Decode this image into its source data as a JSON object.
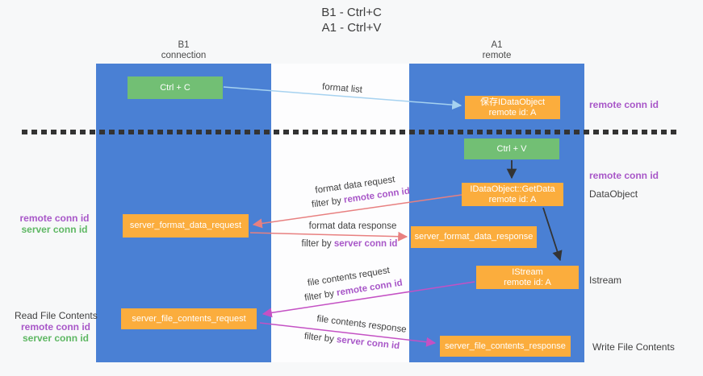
{
  "title": {
    "line1": "B1 - Ctrl+C",
    "line2": "A1 - Ctrl+V"
  },
  "columns": {
    "left": {
      "name": "B1",
      "subtitle": "connection"
    },
    "right": {
      "name": "A1",
      "subtitle": "remote"
    }
  },
  "nodes": {
    "ctrl_c": "Ctrl + C",
    "save_idataobject": {
      "line1": "保存IDataObject",
      "line2": "remote id: A"
    },
    "ctrl_v": "Ctrl + V",
    "getdata": {
      "line1": "IDataObject::GetData",
      "line2": "remote id: A"
    },
    "format_request": "server_format_data_request",
    "format_response": "server_format_data_response",
    "istream": {
      "line1": "IStream",
      "line2": "remote id: A"
    },
    "file_request": "server_file_contents_request",
    "file_response": "server_file_contents_response"
  },
  "labels": {
    "remote_conn_id": "remote conn id",
    "server_conn_id": "server conn id",
    "filter_by": "filter by ",
    "dataobject": "DataObject",
    "istream": "Istream",
    "read_file_contents": "Read File Contents",
    "write_file_contents": "Write File Contents",
    "format_list": "format list",
    "format_data_request": "format data request",
    "format_data_response": "format data response",
    "file_contents_request": "file contents request",
    "file_contents_response": "file contents response"
  },
  "colors": {
    "column_blue": "#4a80d4",
    "box_green": "#72bf74",
    "box_orange": "#fbad3d",
    "arrow_red": "#e88080",
    "arrow_magenta": "#c451c4",
    "arrow_lightblue": "#a6d2f0",
    "text_purple": "#a857c8",
    "text_green": "#5eb763"
  }
}
